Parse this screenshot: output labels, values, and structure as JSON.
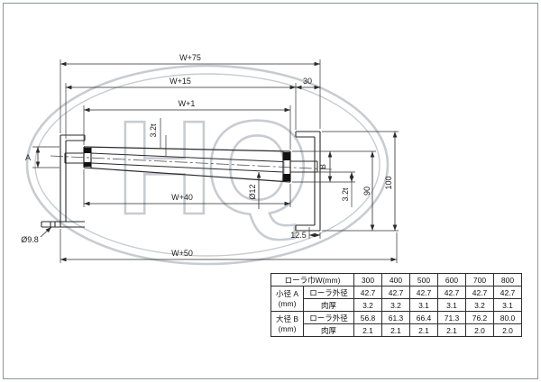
{
  "drawing": {
    "watermark_text": "HQ",
    "dims": {
      "w75": "W+75",
      "w15": "W+15",
      "d30": "30",
      "w1": "W+1",
      "a": "A",
      "b": "B",
      "t_left": "3.2t",
      "t_right": "3.2t",
      "d90": "90",
      "d100": "100",
      "w40": "W+40",
      "shaft_dia": "Ø12",
      "d125": "12.5",
      "hole_dia": "Ø9.8",
      "w50": "W+50"
    }
  },
  "table": {
    "corner_label": "ローラ巾W(mm)",
    "widths": [
      "300",
      "400",
      "500",
      "600",
      "700",
      "800"
    ],
    "groups": [
      {
        "label": "小径 A",
        "unit": "(mm)",
        "rows": [
          {
            "name": "ローラ外径",
            "values": [
              "42.7",
              "42.7",
              "42.7",
              "42.7",
              "42.7",
              "42.7"
            ]
          },
          {
            "name": "肉厚",
            "values": [
              "3.2",
              "3.2",
              "3.1",
              "3.1",
              "3.2",
              "3.1"
            ]
          }
        ]
      },
      {
        "label": "大径 B",
        "unit": "(mm)",
        "rows": [
          {
            "name": "ローラ外径",
            "values": [
              "56.8",
              "61.3",
              "66.4",
              "71.3",
              "76.2",
              "80.0"
            ]
          },
          {
            "name": "肉厚",
            "values": [
              "2.1",
              "2.1",
              "2.1",
              "2.1",
              "2.0",
              "2.0"
            ]
          }
        ]
      }
    ]
  }
}
